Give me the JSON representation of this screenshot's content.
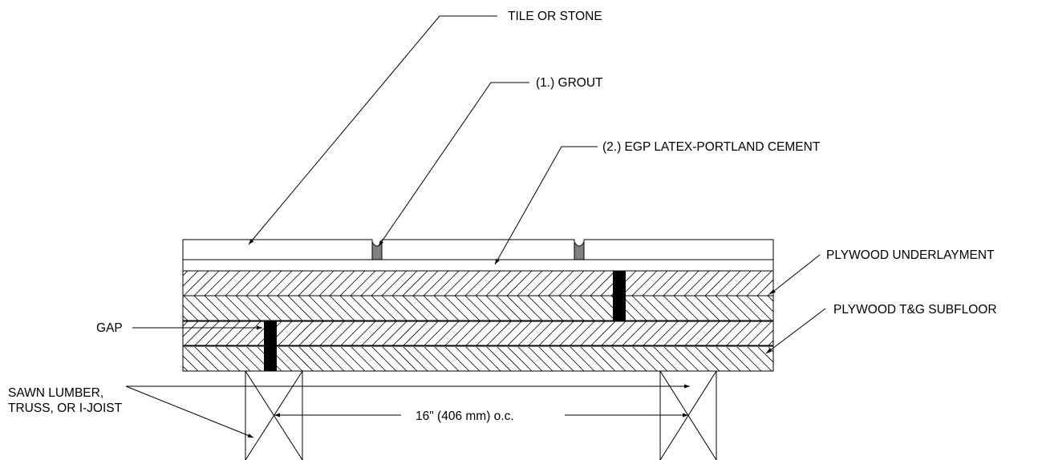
{
  "labels": {
    "tile": "TILE OR STONE",
    "grout": "(1.) GROUT",
    "cement": "(2.) EGP LATEX-PORTLAND CEMENT",
    "underlayment": "PLYWOOD UNDERLAYMENT",
    "subfloor": "PLYWOOD T&G SUBFLOOR",
    "gap": "GAP",
    "joist_line1": "SAWN LUMBER,",
    "joist_line2": "TRUSS, OR I-JOIST",
    "spacing": "16\" (406 mm) o.c."
  },
  "colors": {
    "line": "#000000",
    "grout": "#808080",
    "gap": "#000000",
    "background": "#ffffff"
  }
}
